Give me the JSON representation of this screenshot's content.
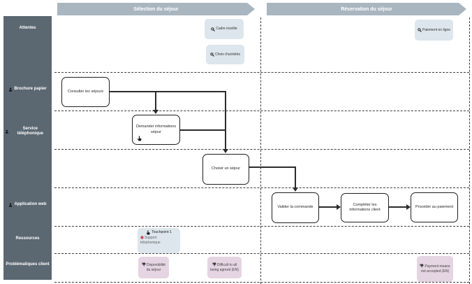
{
  "phases": [
    {
      "label": "Sélection du séjour"
    },
    {
      "label": "Réservation du séjour"
    }
  ],
  "lanes": {
    "attentes": "Attentes",
    "brochure": "Brochure papier",
    "telephone": "Service téléphonique",
    "application": "Application web",
    "ressources": "Ressources",
    "problematiques": "Problématiques client"
  },
  "expectations": [
    {
      "label": "Cadre insolite",
      "icon": "magnifier-icon"
    },
    {
      "label": "Choix d'activités",
      "icon": "magnifier-icon"
    },
    {
      "label": "Paiement en ligne",
      "icon": "magnifier-icon"
    }
  ],
  "steps": [
    {
      "label": "Consulter les séjours"
    },
    {
      "label": "Demander informations séjour"
    },
    {
      "label": "Choisir un séjour"
    },
    {
      "label": "Valider la commande"
    },
    {
      "label": "Compléter les informations client"
    },
    {
      "label": "Procéder au paiement"
    }
  ],
  "resources": {
    "touchpoint": "Touchpoint-1",
    "support": "Support téléphonique"
  },
  "problems": [
    {
      "label": "Disponibilité du séjour",
      "icon": "thumbs-down-icon"
    },
    {
      "label": "Difficult to all being agreed (EN)",
      "icon": "thumbs-down-icon"
    },
    {
      "label": "Payment means not accepted (EN)",
      "icon": "thumbs-down-icon"
    }
  ],
  "colors": {
    "phase_header": "#a9b6c0",
    "sidebar": "#5b6771",
    "expectation_box": "#dce6ec",
    "problem_box": "#e5d4e2",
    "support_dot": "#cf5b6b",
    "line": "#2b2b2b"
  }
}
